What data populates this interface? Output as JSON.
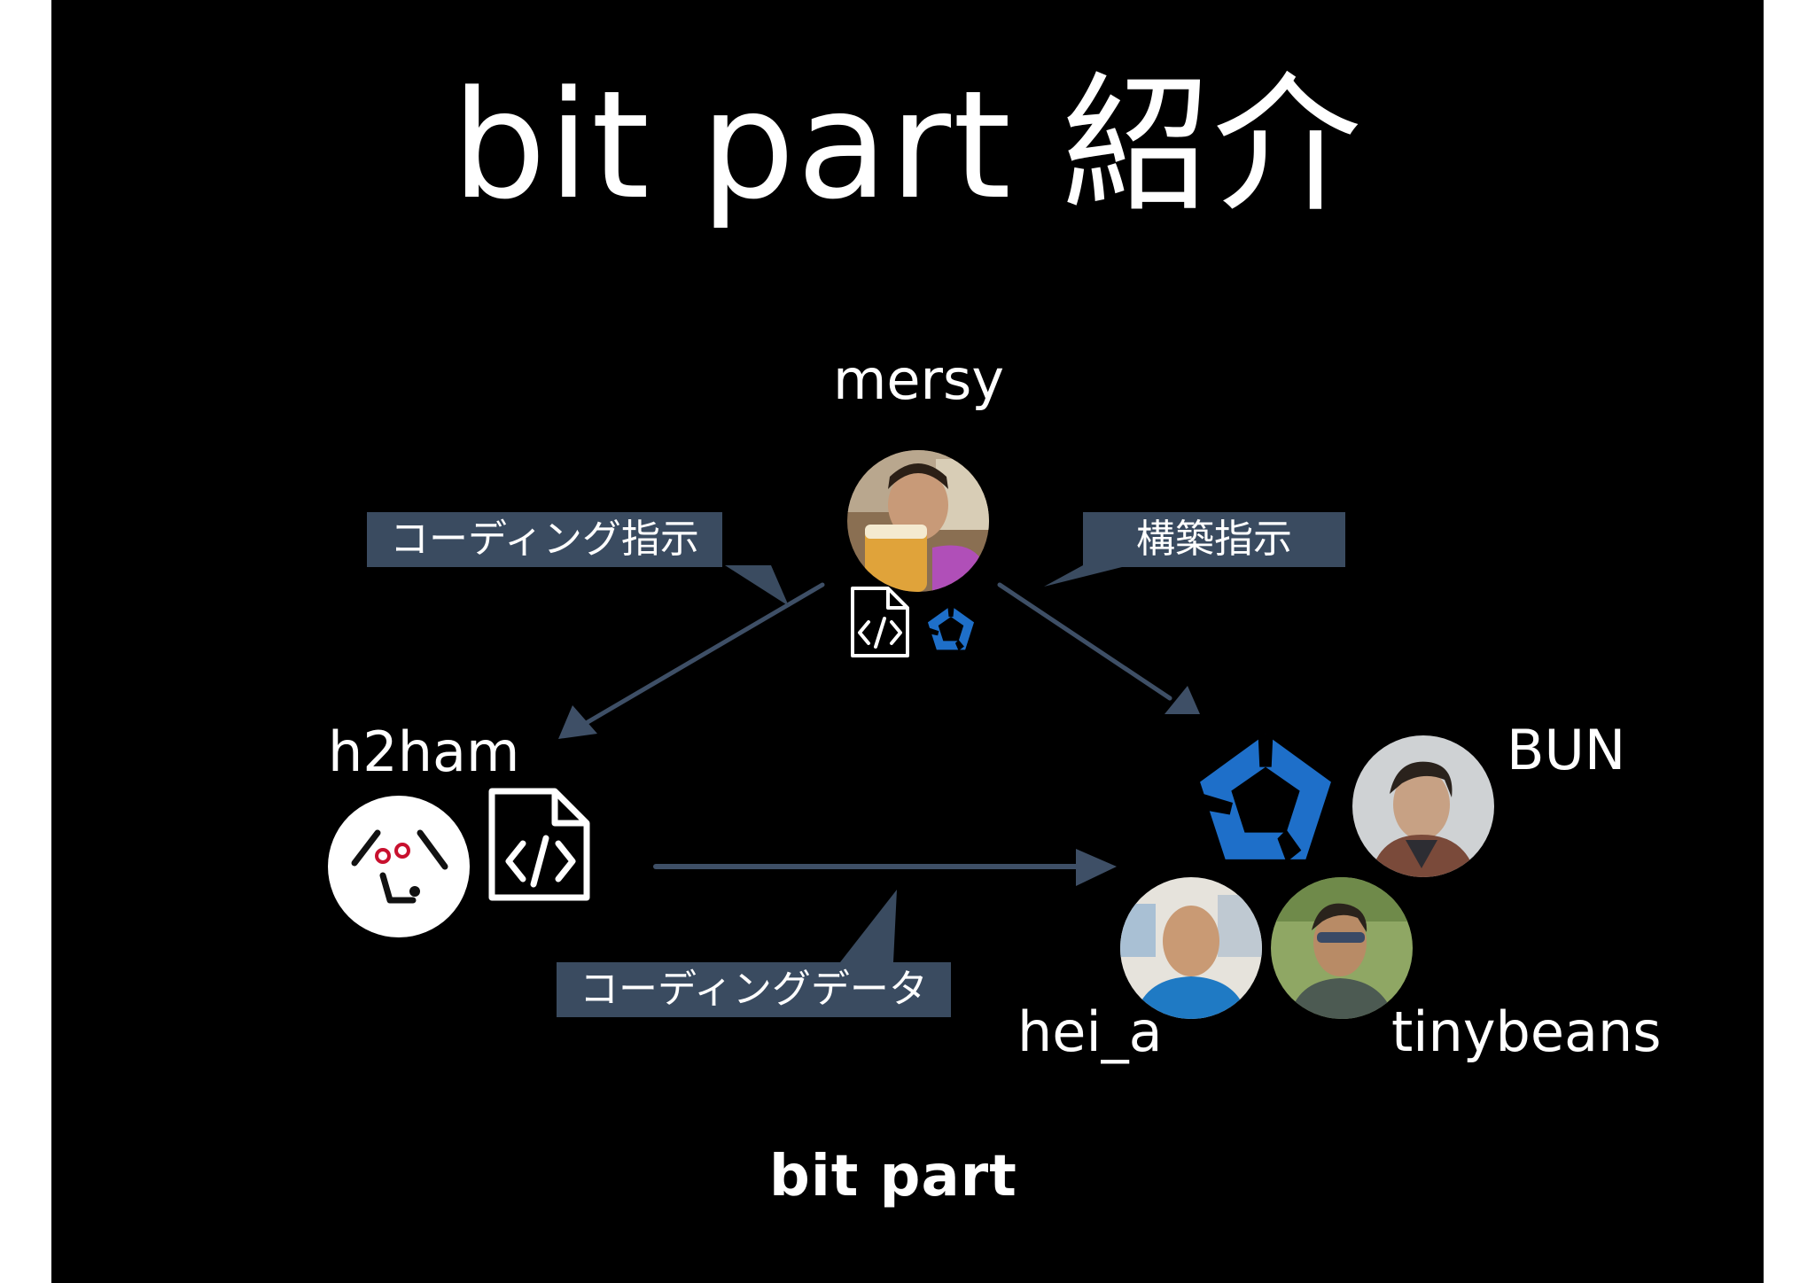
{
  "title": "bit part 紹介",
  "people": {
    "mersy": "mersy",
    "h2ham": "h2ham",
    "bun": "BUN",
    "hei_a": "hei_a",
    "tinybeans": "tinybeans"
  },
  "callouts": {
    "coding_instruction": "コーディング指示",
    "build_instruction": "構築指示",
    "coding_data": "コーディングデータ"
  },
  "footer_logo": "bit part",
  "colors": {
    "background": "#000000",
    "callout": "#3a4b60",
    "arrow": "#3e4f66",
    "accent_blue": "#1e6fc9",
    "logo_red": "#c8102e"
  },
  "icons": {
    "code_file": "code-file-icon",
    "cms_ring": "ring-logo-icon",
    "h2ham_logo": "h2ham-logo-icon"
  }
}
